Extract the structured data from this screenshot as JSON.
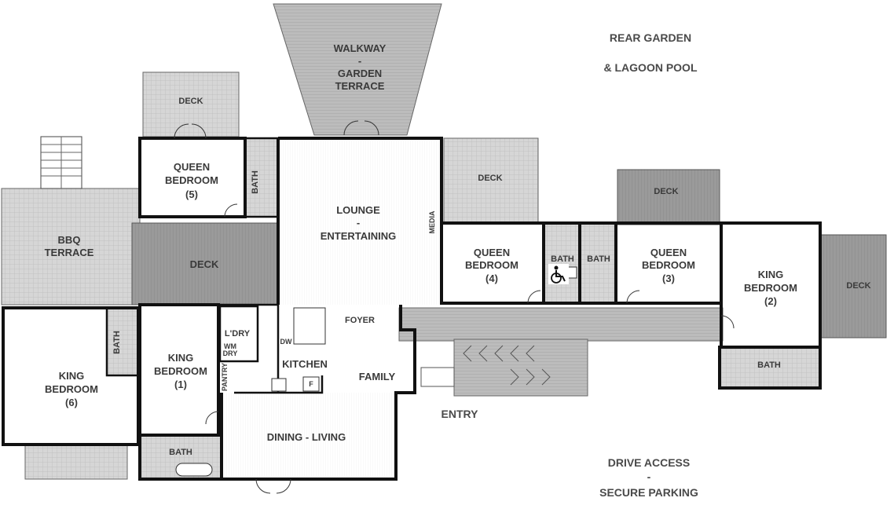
{
  "rooms": {
    "walkway": {
      "line1": "WALKWAY",
      "line2": "-",
      "line3": "GARDEN",
      "line4": "TERRACE"
    },
    "rear_garden": {
      "line1": "REAR GARDEN",
      "line2": "& LAGOON POOL"
    },
    "deck_top_left": "DECK",
    "queen5": {
      "line1": "QUEEN",
      "line2": "BEDROOM",
      "line3": "(5)"
    },
    "bath_5": "BATH",
    "lounge": {
      "line1": "LOUNGE",
      "line2": "-",
      "line3": "ENTERTAINING"
    },
    "media": "MEDIA",
    "deck_mid_right": "DECK",
    "deck_right": "DECK",
    "queen4": {
      "line1": "QUEEN",
      "line2": "BEDROOM",
      "line3": "(4)"
    },
    "bath_accessible": "BATH",
    "bath_3": "BATH",
    "queen3": {
      "line1": "QUEEN",
      "line2": "BEDROOM",
      "line3": "(3)"
    },
    "king2": {
      "line1": "KING",
      "line2": "BEDROOM",
      "line3": "(2)"
    },
    "deck_far_right": "DECK",
    "bbq": {
      "line1": "BBQ",
      "line2": "TERRACE"
    },
    "deck_center": "DECK",
    "foyer": "FOYER",
    "laundry": "L'DRY",
    "wm": "WM",
    "dry": "DRY",
    "dw": "DW",
    "kitchen": "KITCHEN",
    "fridge": "F",
    "family": "FAMILY",
    "pantry": "PANTRY",
    "king6": {
      "line1": "KING",
      "line2": "BEDROOM",
      "line3": "(6)"
    },
    "bath_6": "BATH",
    "king1": {
      "line1": "KING",
      "line2": "BEDROOM",
      "line3": "(1)"
    },
    "bath_1": "BATH",
    "dining": "DINING  -  LIVING",
    "entry": "ENTRY",
    "bath_2": "BATH",
    "drive": {
      "line1": "DRIVE ACCESS",
      "line2": "-",
      "line3": "SECURE PARKING"
    }
  },
  "icons": {
    "accessible": "wheelchair-icon"
  },
  "colors": {
    "wall": "#111111",
    "deck": "#cfcfcf",
    "dark_deck": "#9a9a9a",
    "floor": "#ffffff"
  }
}
